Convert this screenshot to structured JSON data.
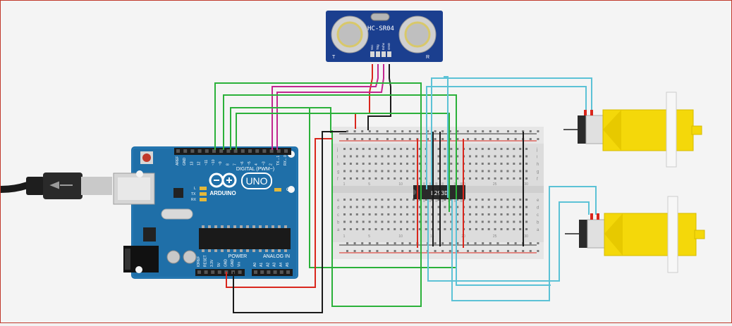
{
  "sensor": {
    "model": "HC-SR04",
    "pin_labels": [
      "Vcc",
      "Trig",
      "Echo",
      "GND"
    ],
    "left_mark": "T",
    "right_mark": "R"
  },
  "arduino": {
    "brand": "ARDUINO",
    "model": "UNO",
    "digital_label": "DIGITAL (PWM~)",
    "power_label": "POWER",
    "analog_label": "ANALOG IN",
    "on_label": "ON",
    "led_labels": [
      "L",
      "TX",
      "RX"
    ],
    "digital_pins": [
      "AREF",
      "GND",
      "13",
      "12",
      "~11",
      "~10",
      "~9",
      "8",
      "7",
      "~6",
      "~5",
      "4",
      "~3",
      "2",
      "TX→1",
      "RX←0"
    ],
    "power_pins": [
      "IOREF",
      "RESET",
      "3.3V",
      "5V",
      "GND",
      "GND",
      "Vin"
    ],
    "analog_pins": [
      "A0",
      "A1",
      "A2",
      "A3",
      "A4",
      "A5"
    ]
  },
  "breadboard": {
    "row_letters_top": [
      "j",
      "i",
      "h",
      "g",
      "f"
    ],
    "row_letters_bottom": [
      "e",
      "d",
      "c",
      "b",
      "a"
    ],
    "column_numbers": [
      "1",
      "5",
      "10",
      "15",
      "20",
      "25",
      "30"
    ]
  },
  "chip": {
    "label": "L293D"
  },
  "colors": {
    "green": "#2bb13a",
    "red": "#d9261c",
    "black": "#1a1a1a",
    "magenta": "#c2268f",
    "cyan": "#5cc2d6"
  }
}
